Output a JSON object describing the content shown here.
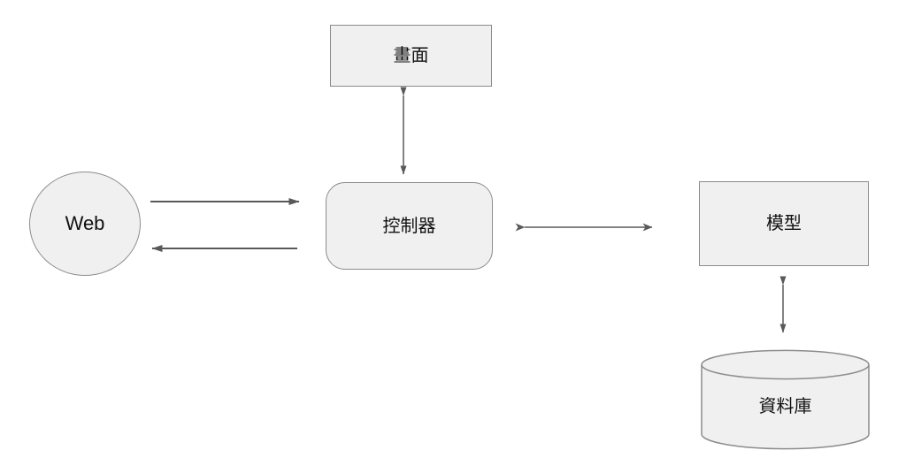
{
  "diagram": {
    "nodes": {
      "web": {
        "label": "Web",
        "shape": "circle"
      },
      "view": {
        "label": "畫面",
        "shape": "rectangle"
      },
      "controller": {
        "label": "控制器",
        "shape": "rounded-rectangle"
      },
      "model": {
        "label": "模型",
        "shape": "rectangle"
      },
      "database": {
        "label": "資料庫",
        "shape": "cylinder"
      }
    },
    "edges": [
      {
        "from": "view",
        "to": "controller",
        "direction": "bidirectional",
        "arrowhead": "narrow"
      },
      {
        "from": "web",
        "to": "controller",
        "direction": "forward",
        "arrowhead": "solid"
      },
      {
        "from": "controller",
        "to": "web",
        "direction": "forward",
        "arrowhead": "solid"
      },
      {
        "from": "controller",
        "to": "model",
        "direction": "bidirectional",
        "arrowhead": "dart"
      },
      {
        "from": "model",
        "to": "database",
        "direction": "bidirectional",
        "arrowhead": "narrow"
      }
    ],
    "colors": {
      "background": "#ffffff",
      "node_fill": "#f0f0f0",
      "node_border": "#8c8c8c",
      "arrow": "#595959",
      "text": "#111111"
    }
  }
}
